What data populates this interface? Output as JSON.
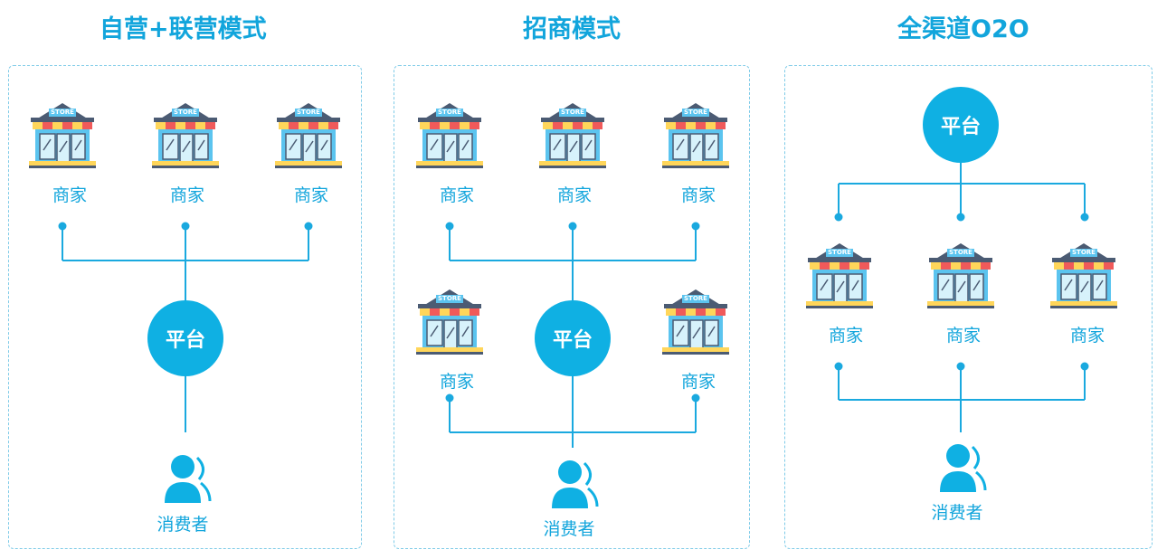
{
  "panels": [
    {
      "title": "自营+联营模式",
      "merchants": [
        "商家",
        "商家",
        "商家"
      ],
      "platform": "平台",
      "consumer": "消费者"
    },
    {
      "title": "招商模式",
      "merchants_top": [
        "商家",
        "商家",
        "商家"
      ],
      "merchants_mid": [
        "商家",
        "商家"
      ],
      "platform": "平台",
      "consumer": "消费者"
    },
    {
      "title": "全渠道O2O",
      "platform": "平台",
      "merchants": [
        "商家",
        "商家",
        "商家"
      ],
      "consumer": "消费者"
    }
  ],
  "store_sign": "STORE",
  "colors": {
    "accent": "#0fb0e3",
    "line": "#1aa9df",
    "border": "#7fcbe8",
    "roof": "#4b5b73",
    "wall": "#5bc4ef",
    "awning_red": "#f05a5a",
    "awning_yellow": "#ffd65a",
    "door": "#d7f2fb"
  },
  "icons": [
    "store-icon",
    "consumer-icon"
  ]
}
